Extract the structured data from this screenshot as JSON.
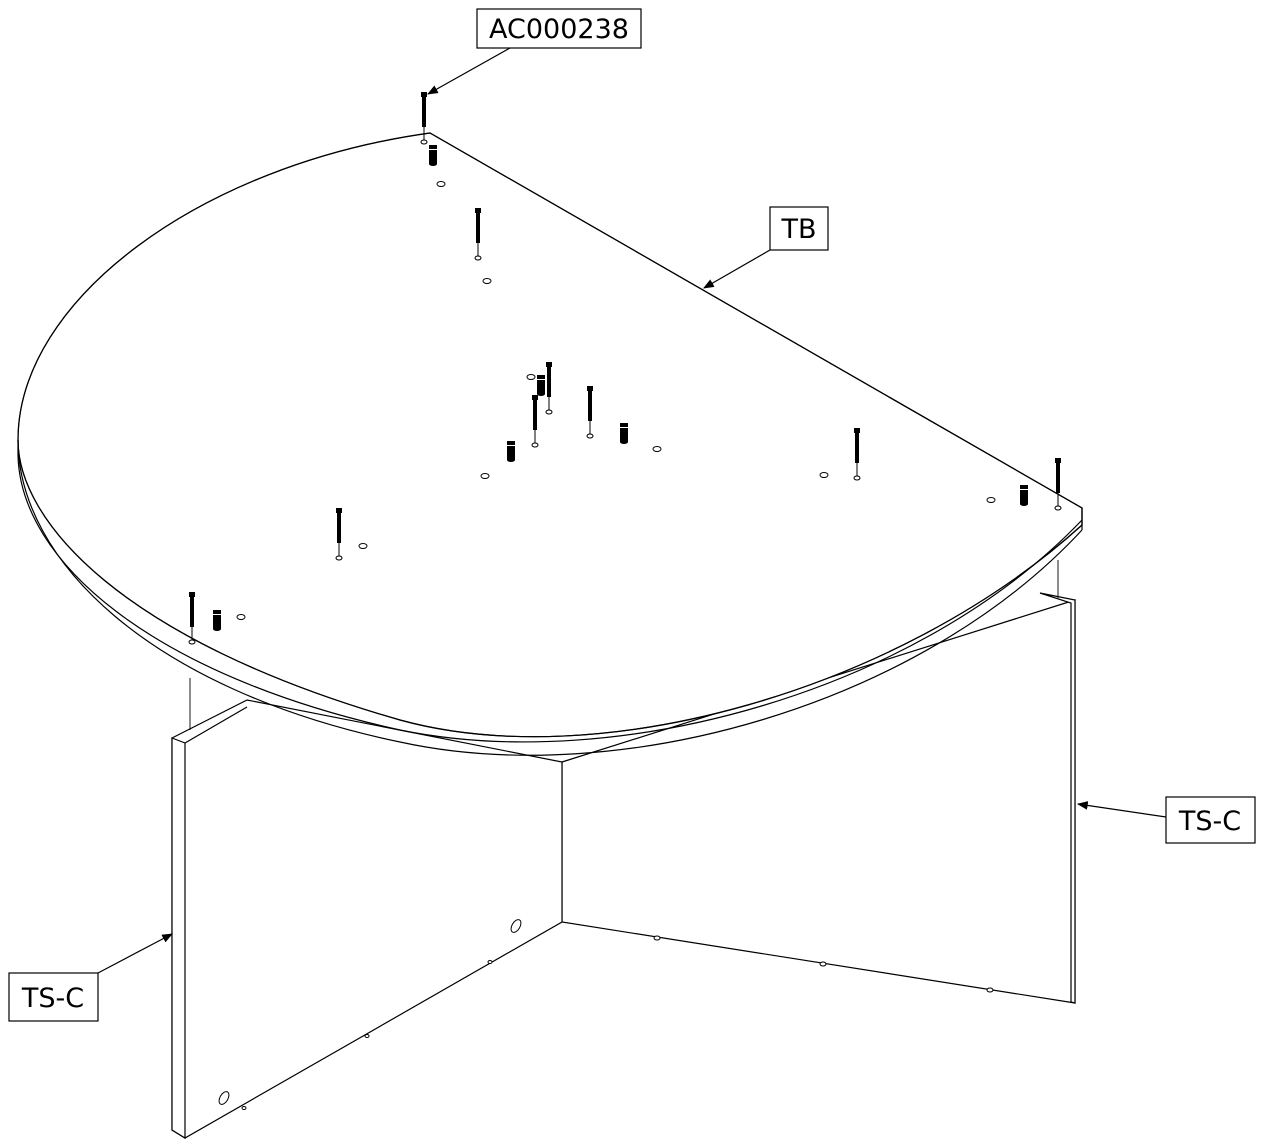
{
  "diagram": {
    "labels": {
      "fastener": "AC000238",
      "tabletop": "TB",
      "side_right": "TS-C",
      "side_left": "TS-C"
    },
    "line_color": "#000000",
    "background": "#ffffff"
  }
}
